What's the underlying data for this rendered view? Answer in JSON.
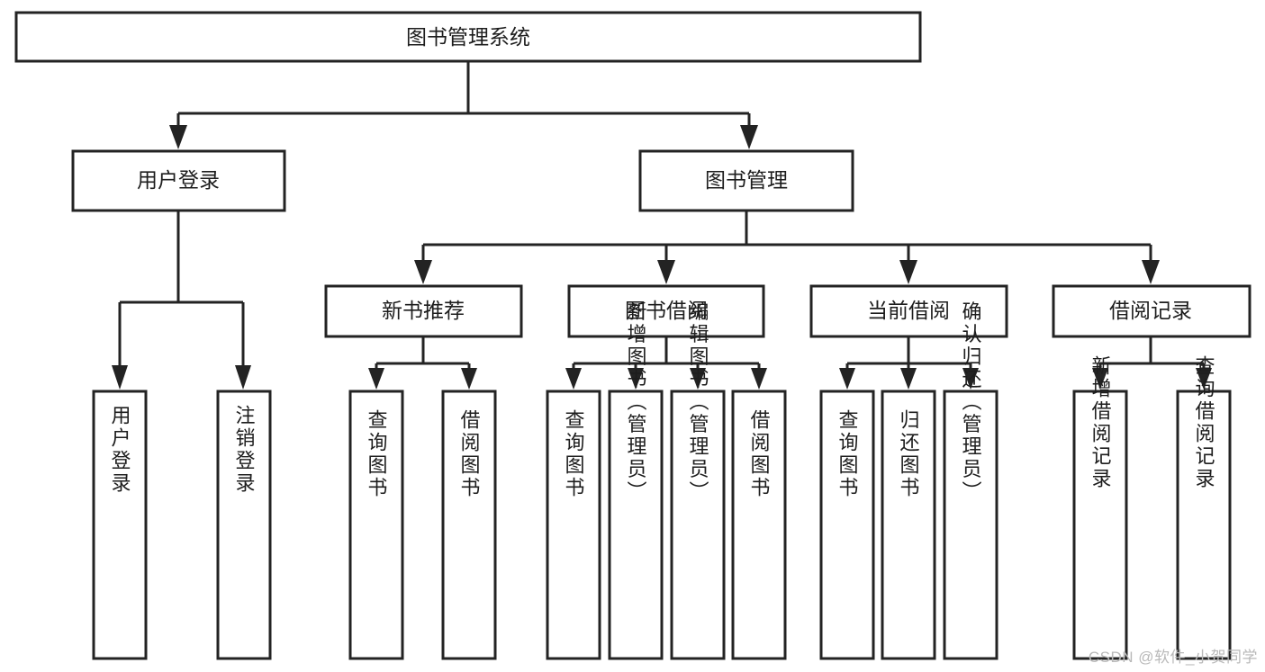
{
  "diagram": {
    "title": "图书管理系统",
    "type": "tree-hierarchy-diagram",
    "levels": {
      "root": {
        "label": "图书管理系统"
      },
      "level2": [
        {
          "id": "user-login",
          "label": "用户登录"
        },
        {
          "id": "book-management",
          "label": "图书管理"
        }
      ],
      "level3": [
        {
          "id": "new-book-recommend",
          "label": "新书推荐",
          "parent": "book-management"
        },
        {
          "id": "book-borrow",
          "label": "图书借阅",
          "parent": "book-management"
        },
        {
          "id": "current-borrow",
          "label": "当前借阅",
          "parent": "book-management"
        },
        {
          "id": "borrow-record",
          "label": "借阅记录",
          "parent": "book-management"
        }
      ],
      "leaves": [
        {
          "id": "leaf-user-login",
          "label": "用户登录",
          "parent": "user-login"
        },
        {
          "id": "leaf-logout-login",
          "label": "注销登录",
          "parent": "user-login"
        },
        {
          "id": "leaf-query-book-1",
          "label": "查询图书",
          "parent": "new-book-recommend"
        },
        {
          "id": "leaf-borrow-book-1",
          "label": "借阅图书",
          "parent": "new-book-recommend"
        },
        {
          "id": "leaf-query-book-2",
          "label": "查询图书",
          "parent": "book-borrow"
        },
        {
          "id": "leaf-add-book",
          "label": "新增图书（管理员）",
          "parent": "book-borrow"
        },
        {
          "id": "leaf-edit-book",
          "label": "编辑图书（管理员）",
          "parent": "book-borrow"
        },
        {
          "id": "leaf-borrow-book-2",
          "label": "借阅图书",
          "parent": "book-borrow"
        },
        {
          "id": "leaf-query-book-3",
          "label": "查询图书",
          "parent": "current-borrow"
        },
        {
          "id": "leaf-return-book",
          "label": "归还图书",
          "parent": "current-borrow"
        },
        {
          "id": "leaf-confirm-return",
          "label": "确认归还（管理员）",
          "parent": "current-borrow"
        },
        {
          "id": "leaf-add-record",
          "label": "新增借阅记录",
          "parent": "borrow-record"
        },
        {
          "id": "leaf-query-record",
          "label": "查询借阅记录",
          "parent": "borrow-record"
        }
      ]
    },
    "colors": {
      "stroke": "#232323",
      "fill": "#ffffff",
      "text": "#1d1d1d",
      "watermark": "#b9b9b9"
    }
  },
  "watermark": {
    "text": "CSDN @软件_小贺同学"
  }
}
